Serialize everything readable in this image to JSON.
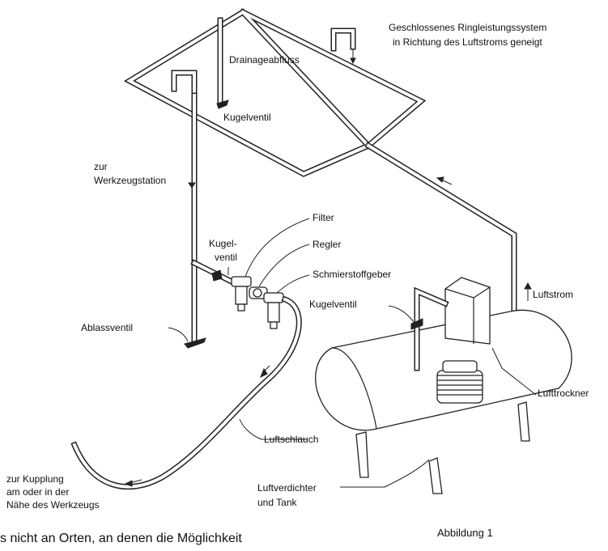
{
  "labels": {
    "loop_system_line1": "Geschlossenes Ringleistungssystem",
    "loop_system_line2": "in Richtung des Luftstroms geneigt",
    "drain": "Drainageabfluss",
    "ball_valve_top": "Kugelventil",
    "tool_station_line1": "zur",
    "tool_station_line2": "Werkzeugstation",
    "filter": "Filter",
    "ball_valve_mid_line1": "Kugel-",
    "ball_valve_mid_line2": "ventil",
    "regulator": "Regler",
    "lubricator": "Schmierstoffgeber",
    "ball_valve_right": "Kugelventil",
    "airflow": "Luftstrom",
    "drain_valve": "Ablassventil",
    "dryer": "Lufttrockner",
    "hose": "Luftschlauch",
    "coupling_line1": "zur Kupplung",
    "coupling_line2": "am oder in der",
    "coupling_line3": "Nähe des Werkzeugs",
    "compressor_line1": "Luftverdichter",
    "compressor_line2": "und Tank",
    "figure_caption": "Abbildung 1",
    "bottom_fragment": "s nicht an Orten, an denen die Möglichkeit"
  },
  "icons": {
    "airflow_arrow": "arrow-up-icon"
  }
}
